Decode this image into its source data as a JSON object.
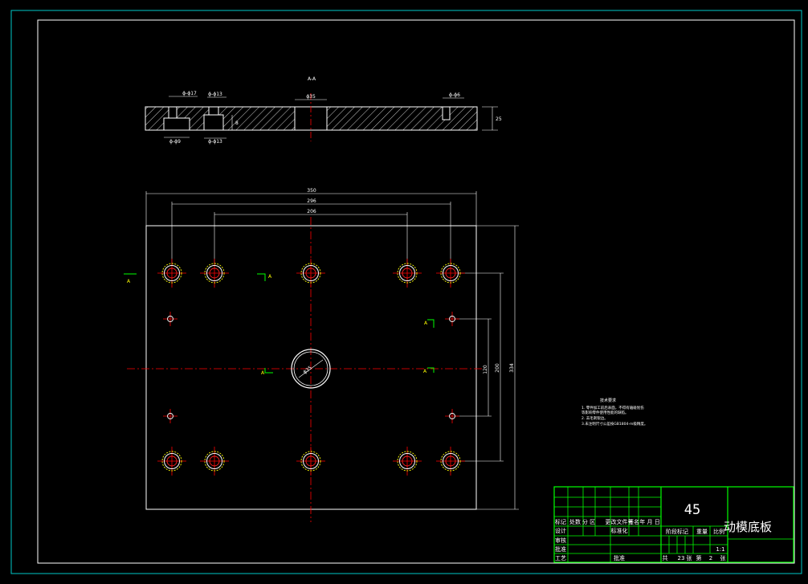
{
  "colors": {
    "background": "#000000",
    "outline": "#ffffff",
    "border": "#00c8c8",
    "centerline": "#ff0000",
    "hole": "#ff2020",
    "hole_dashed": "#ffff00",
    "title_block": "#00ff00",
    "section_marker": "#00ff00",
    "dimension": "#ffffff"
  },
  "section_view": {
    "title": "A-A",
    "labels": {
      "counterbore_left": "ϕ-ϕ17",
      "counterbore_left_bottom": "ϕ-ϕ9",
      "counterbore_mid": "ϕ-ϕ13",
      "counterbore_mid_bottom": "ϕ-ϕ13",
      "center_hole": "ϕ35",
      "right_hole": "ϕ-ϕ6",
      "thickness_small": "8",
      "thickness": "25"
    }
  },
  "plan_view": {
    "dims": {
      "overall_width": "350",
      "holes_outer": "296",
      "holes_inner": "206",
      "height_inner": "120",
      "height_mid": "200",
      "height_overall": "334",
      "center_hole": "ϕ35"
    },
    "section_mark": "A"
  },
  "notes": {
    "title": "技术要求",
    "lines": [
      "1. 零件加工前后表面，不得有磕碰划伤",
      "   等影响零件使用性能的缺陷。",
      "2. 去毛刺锐边。",
      "3.未注明尺寸公差按GB1804-m级精度。"
    ]
  },
  "title_block": {
    "material": "45",
    "part_name": "动模底板",
    "header_row": [
      "标记",
      "处数",
      "分 区",
      "更改文件号",
      "签名",
      "年 月 日"
    ],
    "row_labels": [
      "设计",
      "审核",
      "批准",
      "工艺"
    ],
    "standardization": "标准化",
    "approve": "批准",
    "stage_mark": "阶段标记",
    "weight": "重量",
    "scale": "比例",
    "scale_value": "1:1",
    "sheets_total_label": "共",
    "sheets_total": "23",
    "sheets_unit": "张",
    "sheet_label": "第",
    "sheet_no": "2",
    "sheet_unit": "张"
  }
}
